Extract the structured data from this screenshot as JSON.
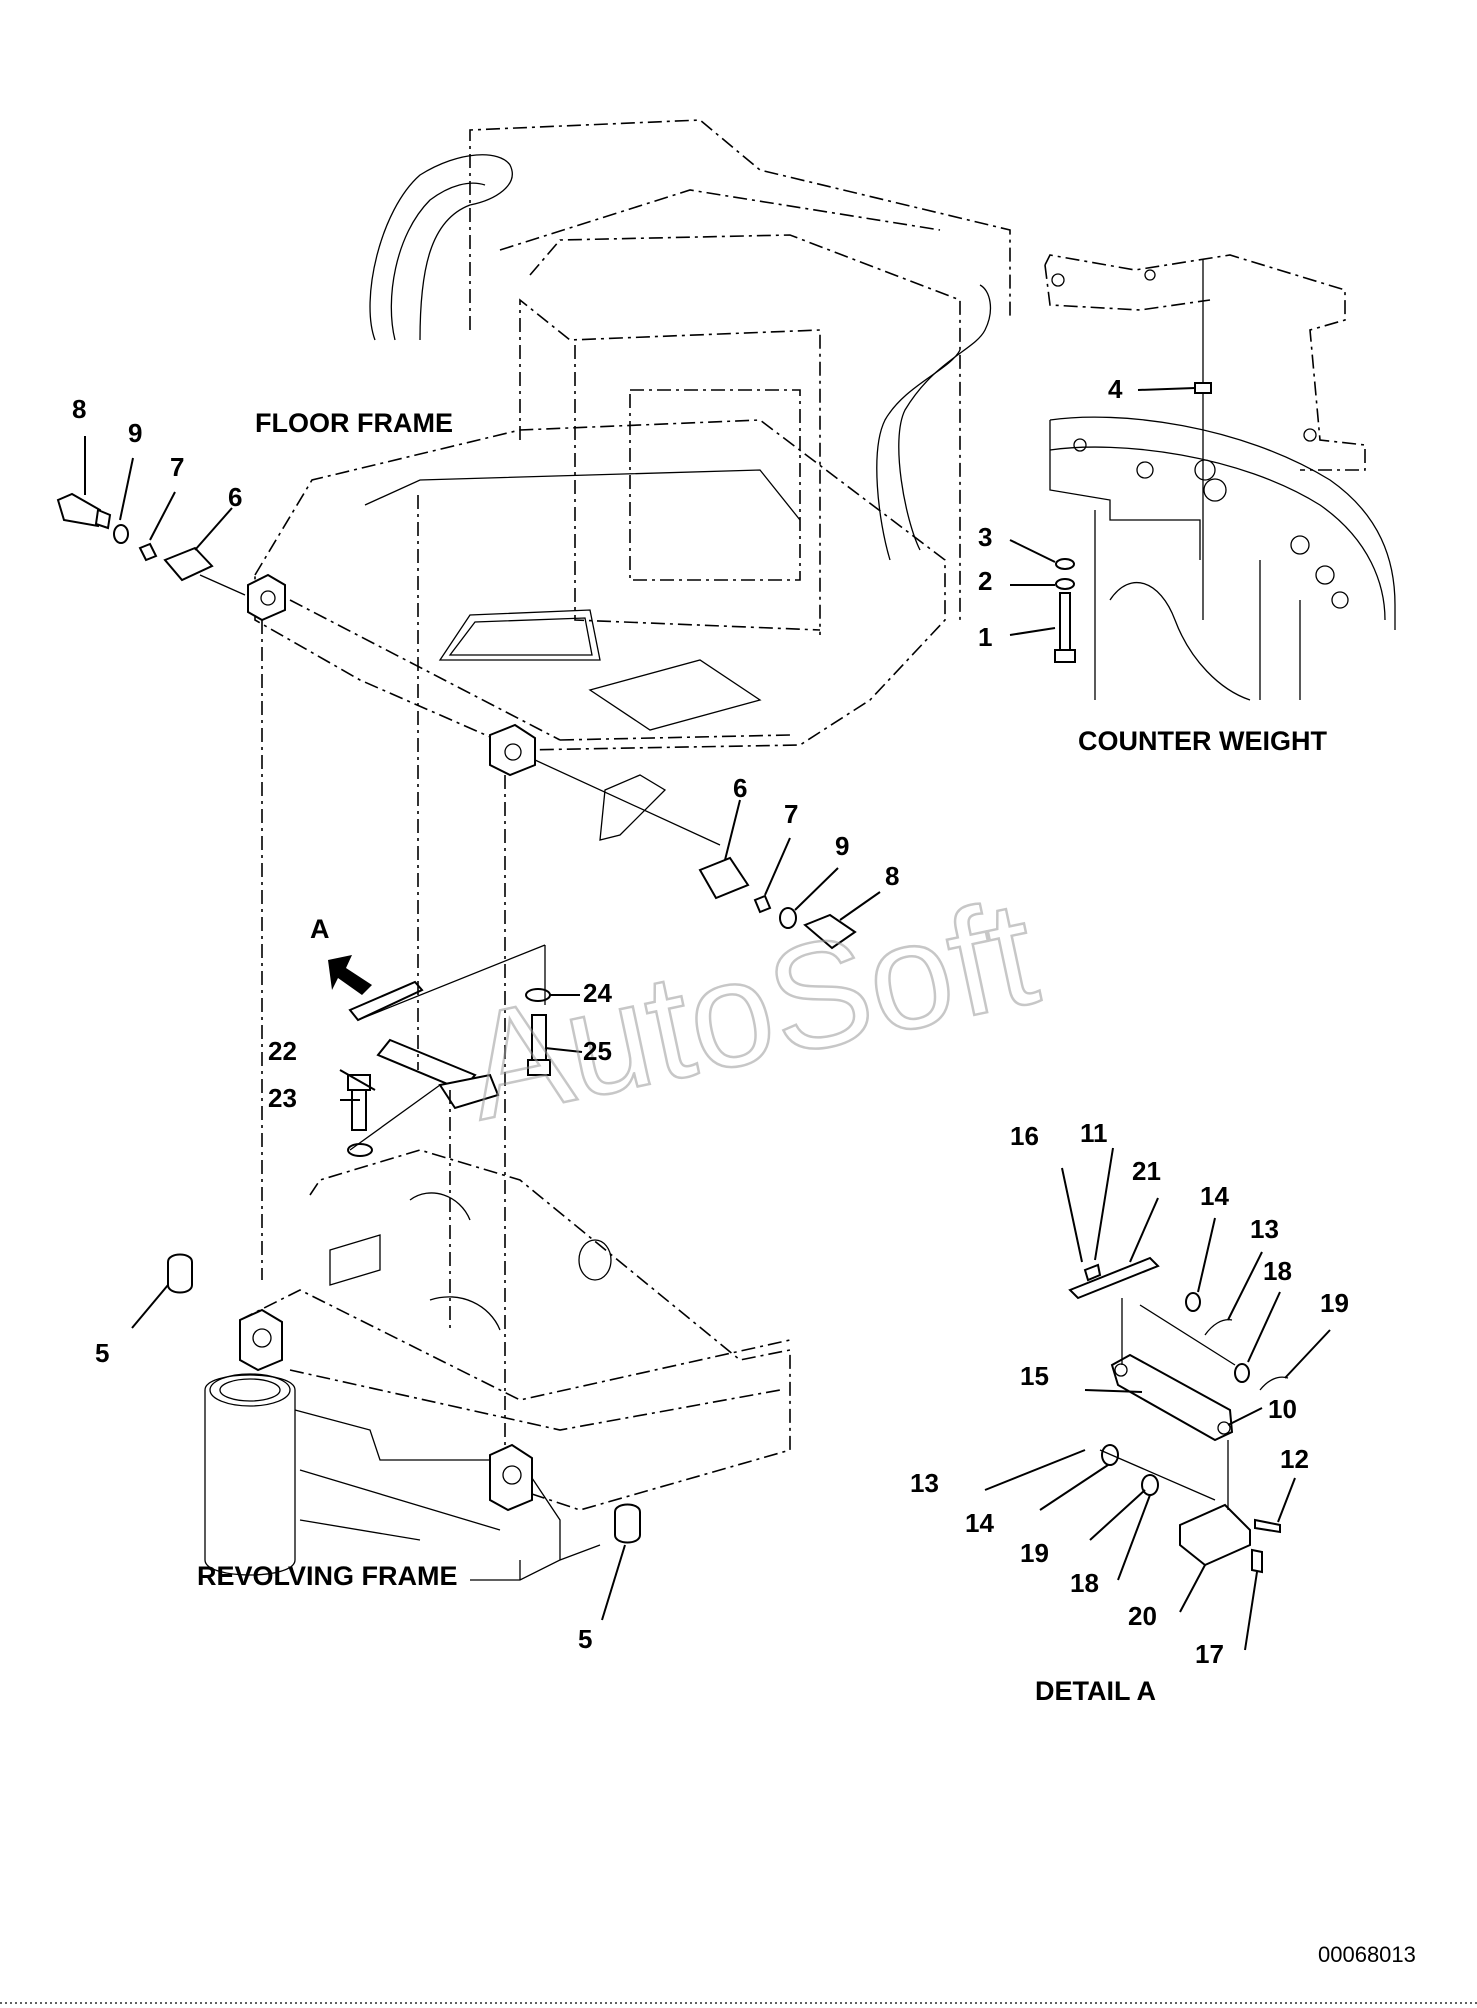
{
  "sections": {
    "floor_frame": "FLOOR FRAME",
    "counter_weight": "COUNTER WEIGHT",
    "revolving_frame": "REVOLVING FRAME",
    "detail_a": "DETAIL A",
    "view_marker": "A"
  },
  "callouts": [
    {
      "id": "c8a",
      "text": "8"
    },
    {
      "id": "c9a",
      "text": "9"
    },
    {
      "id": "c7a",
      "text": "7"
    },
    {
      "id": "c6a",
      "text": "6"
    },
    {
      "id": "c4",
      "text": "4"
    },
    {
      "id": "c3",
      "text": "3"
    },
    {
      "id": "c2",
      "text": "2"
    },
    {
      "id": "c1",
      "text": "1"
    },
    {
      "id": "c6b",
      "text": "6"
    },
    {
      "id": "c7b",
      "text": "7"
    },
    {
      "id": "c9b",
      "text": "9"
    },
    {
      "id": "c8b",
      "text": "8"
    },
    {
      "id": "c24",
      "text": "24"
    },
    {
      "id": "c25",
      "text": "25"
    },
    {
      "id": "c22",
      "text": "22"
    },
    {
      "id": "c23",
      "text": "23"
    },
    {
      "id": "c5a",
      "text": "5"
    },
    {
      "id": "c5b",
      "text": "5"
    },
    {
      "id": "c16",
      "text": "16"
    },
    {
      "id": "c11",
      "text": "11"
    },
    {
      "id": "c21",
      "text": "21"
    },
    {
      "id": "c14a",
      "text": "14"
    },
    {
      "id": "c13a",
      "text": "13"
    },
    {
      "id": "c18a",
      "text": "18"
    },
    {
      "id": "c19a",
      "text": "19"
    },
    {
      "id": "c15",
      "text": "15"
    },
    {
      "id": "c10",
      "text": "10"
    },
    {
      "id": "c12",
      "text": "12"
    },
    {
      "id": "c13b",
      "text": "13"
    },
    {
      "id": "c14b",
      "text": "14"
    },
    {
      "id": "c19b",
      "text": "19"
    },
    {
      "id": "c18b",
      "text": "18"
    },
    {
      "id": "c20",
      "text": "20"
    },
    {
      "id": "c17",
      "text": "17"
    }
  ],
  "watermark": "AutoSoft",
  "drawing_code": "00068013"
}
